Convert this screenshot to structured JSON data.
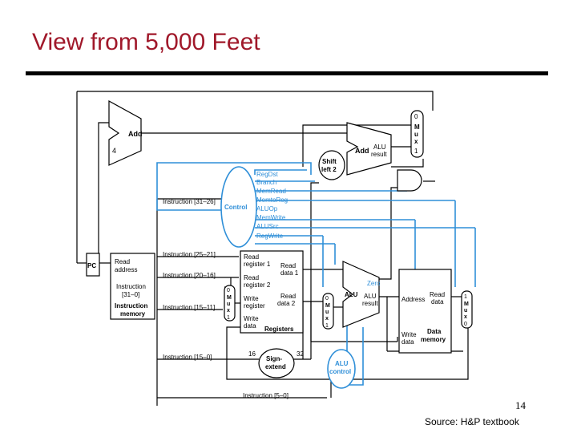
{
  "slide": {
    "title": "View from 5,000 Feet",
    "page_number": "14",
    "source": "Source: H&P textbook"
  },
  "colors": {
    "title": "#a0182a",
    "control": "#2f8fd8",
    "datapath": "#000000"
  },
  "units": {
    "add_pc": "Add",
    "four": "4",
    "add_branch": "Add",
    "alu_result_branch": [
      "ALU",
      "result"
    ],
    "mux_top": [
      "0",
      "M",
      "u",
      "x",
      "1"
    ],
    "shift_left": [
      "Shift",
      "left 2"
    ],
    "control": "Control",
    "control_signals": [
      "RegDst",
      "Branch",
      "MemRead",
      "MemtoReg",
      "ALUOp",
      "MemWrite",
      "ALUSrc",
      "RegWrite"
    ],
    "pc": "PC",
    "instr_mem": [
      "Read",
      "address",
      "Instruction",
      "[31–0]",
      "Instruction",
      "memory"
    ],
    "instr_fields": [
      "Instruction [31–26]",
      "Instruction [25–21]",
      "Instruction [20–16]",
      "Instruction [15–11]",
      "Instruction [15–0]",
      "Instruction [5–0]"
    ],
    "registers": [
      "Read",
      "register 1",
      "Read",
      "register 2",
      "Write",
      "register",
      "Write",
      "data",
      "Read",
      "data 1",
      "Read",
      "data 2",
      "Registers"
    ],
    "mux_reg": [
      "0",
      "M",
      "u",
      "x",
      "1"
    ],
    "mux_alu": [
      "0",
      "M",
      "u",
      "x",
      "1"
    ],
    "alu": [
      "Zero",
      "ALU",
      "ALU",
      "result"
    ],
    "data_mem": [
      "Address",
      "Read",
      "data",
      "Write",
      "data",
      "Data",
      "memory"
    ],
    "mux_mem": [
      "1",
      "M",
      "u",
      "x",
      "0"
    ],
    "sign_extend": [
      "Sign-",
      "extend"
    ],
    "bits": [
      "16",
      "32"
    ],
    "alu_control": [
      "ALU",
      "control"
    ]
  }
}
